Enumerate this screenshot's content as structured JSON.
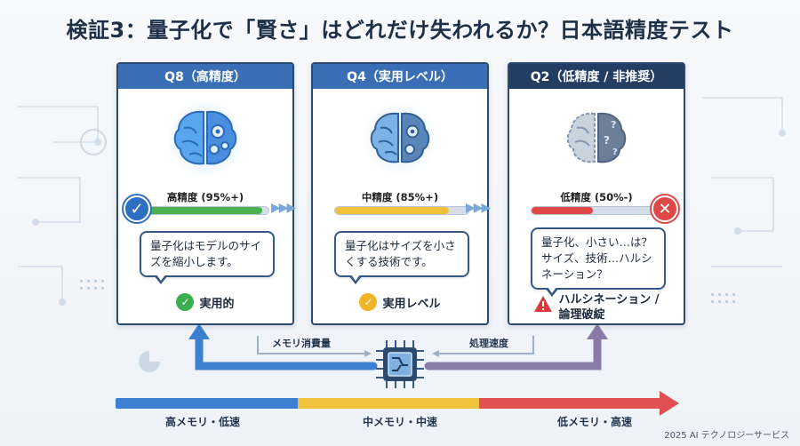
{
  "title": "検証3：量子化で「賢さ」はどれだけ失われるか？日本語精度テスト",
  "cards": [
    {
      "header": "Q8（高精度）",
      "header_color": "#3a6fb5",
      "level_label": "高精度 (95%+)",
      "accuracy_fraction": 0.95,
      "bar_color": "#4caf50",
      "badge": "✓",
      "badge_color": "#2f6fc0",
      "bubble": [
        "量子化はモデルのサイ",
        "ズを縮小します。"
      ],
      "status_icon": "✓",
      "status_icon_color": "#3cae4f",
      "status": [
        "実用的"
      ]
    },
    {
      "header": "Q4（実用レベル）",
      "header_color": "#3a6fb5",
      "level_label": "中精度 (85%+)",
      "accuracy_fraction": 0.85,
      "bar_color": "#f0c23c",
      "bubble": [
        "量子化はサイズを小さ",
        "くする技術です。"
      ],
      "status_icon": "✓",
      "status_icon_color": "#f0b429",
      "status": [
        "実用レベル"
      ]
    },
    {
      "header": "Q2（低精度 / 非推奨）",
      "header_color": "#233d63",
      "level_label": "低精度 (50%-)",
      "accuracy_fraction": 0.5,
      "bar_color": "#e04848",
      "badge": "✕",
      "badge_color": "#e04848",
      "bubble": [
        "量子化、小さい…は？",
        "サイズ、技術…ハルシ",
        "ネーション？"
      ],
      "status_icon": "!",
      "status_icon_color": "#d93b3b",
      "status": [
        "ハルシネーション /",
        "論理破綻"
      ]
    }
  ],
  "flow": {
    "memory_label": "メモリ消費量",
    "speed_label": "処理速度"
  },
  "axis": {
    "labels": [
      "高メモリ・低速",
      "中メモリ・中速",
      "低メモリ・高速"
    ],
    "colors": [
      "#3d7fd0",
      "#f0c23c",
      "#e05050"
    ]
  },
  "footer": "2025 AI テクノロジーサービス"
}
